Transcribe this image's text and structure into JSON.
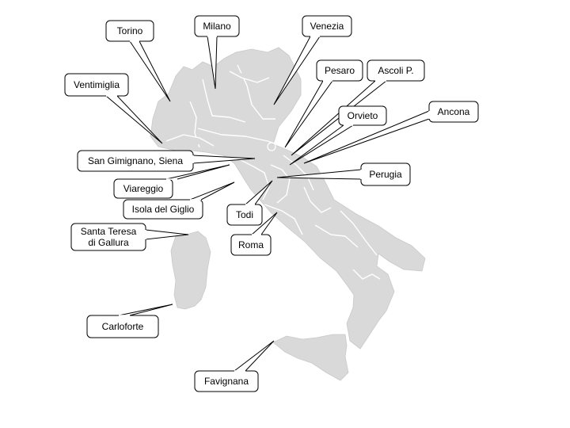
{
  "map": {
    "region": "Italy",
    "base_color": "#d9d9d9",
    "callout_border_color": "#000000",
    "places": [
      {
        "id": "torino",
        "label": "Torino"
      },
      {
        "id": "milano",
        "label": "Milano"
      },
      {
        "id": "venezia",
        "label": "Venezia"
      },
      {
        "id": "ventimiglia",
        "label": "Ventimiglia"
      },
      {
        "id": "pesaro",
        "label": "Pesaro"
      },
      {
        "id": "ascoli",
        "label": "Ascoli P."
      },
      {
        "id": "orvieto",
        "label": "Orvieto"
      },
      {
        "id": "ancona",
        "label": "Ancona"
      },
      {
        "id": "san-gimignano",
        "label": "San Gimignano, Siena"
      },
      {
        "id": "viareggio",
        "label": "Viareggio"
      },
      {
        "id": "perugia",
        "label": "Perugia"
      },
      {
        "id": "isola-del-giglio",
        "label": "Isola del Giglio"
      },
      {
        "id": "todi",
        "label": "Todi"
      },
      {
        "id": "santa-teresa",
        "label": [
          "Santa Teresa",
          "di Gallura"
        ]
      },
      {
        "id": "roma",
        "label": "Roma"
      },
      {
        "id": "carloforte",
        "label": "Carloforte"
      },
      {
        "id": "favignana",
        "label": "Favignana"
      }
    ]
  }
}
